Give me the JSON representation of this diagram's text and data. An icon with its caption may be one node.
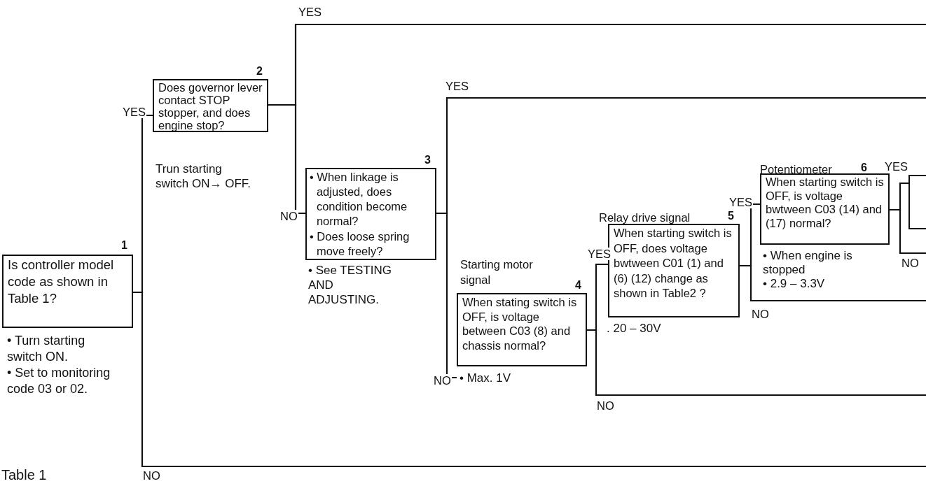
{
  "diagram": {
    "nodes": [
      {
        "text": [
          "Is controller model code as shown in Table 1?"
        ],
        "beside": [
          "1",
          "• Turn starting switch ON.",
          "• Set to monitoring code 03 or 02."
        ]
      },
      {
        "text": [
          "Does governor lever contact STOP stopper, and does engine stop?"
        ],
        "beside": [
          "2",
          "Trun starting switch ON→ OFF."
        ]
      },
      {
        "text": [
          "• When linkage is adjusted, does condition become normal?",
          "• Does loose spring move freely?"
        ],
        "beside": [
          "3",
          "• See TESTING AND ADJUSTING."
        ]
      },
      {
        "text": [
          "Starting motor signal",
          "When stating switch is OFF, is voltage between C03 (8) and chassis normal?"
        ],
        "beside": [
          "4",
          "• Max. 1V"
        ]
      },
      {
        "text": [
          "Relay drive signal",
          "When starting switch is OFF, does voltage bwtween C01 (1) and (6) (12) change as shown in Table2 ?"
        ],
        "beside": [
          "5",
          ". 20 – 30V"
        ]
      },
      {
        "text": [
          "Potentiometer",
          "When starting switch is OFF, is voltage bwtween C03 (14) and (17) normal?"
        ],
        "beside": [
          "6",
          "• When engine is stopped",
          "• 2.9 – 3.3V"
        ]
      },
      {
        "text": [],
        "shape": "box"
      }
    ],
    "edges": [
      {
        "from": 0,
        "to": 1,
        "arrow": "none",
        "label": "YES"
      },
      {
        "from": 0,
        "to": null,
        "arrow": "none",
        "label": "NO"
      },
      {
        "from": 1,
        "to": null,
        "arrow": "none",
        "label": "YES"
      },
      {
        "from": 1,
        "to": 2,
        "arrow": "none",
        "label": "NO"
      },
      {
        "from": 2,
        "to": null,
        "arrow": "none",
        "label": "YES"
      },
      {
        "from": 2,
        "to": 3,
        "arrow": "none",
        "label": "NO"
      },
      {
        "from": 3,
        "to": 4,
        "arrow": "none",
        "label": "YES"
      },
      {
        "from": 3,
        "to": null,
        "arrow": "none",
        "label": "NO"
      },
      {
        "from": 4,
        "to": 5,
        "arrow": "none",
        "label": "YES"
      },
      {
        "from": 4,
        "to": null,
        "arrow": "none",
        "label": "NO"
      },
      {
        "from": 5,
        "to": 6,
        "arrow": "none",
        "label": "YES"
      },
      {
        "from": 5,
        "to": null,
        "arrow": "none",
        "label": "NO"
      }
    ],
    "labels": [
      "Table 1"
    ]
  }
}
